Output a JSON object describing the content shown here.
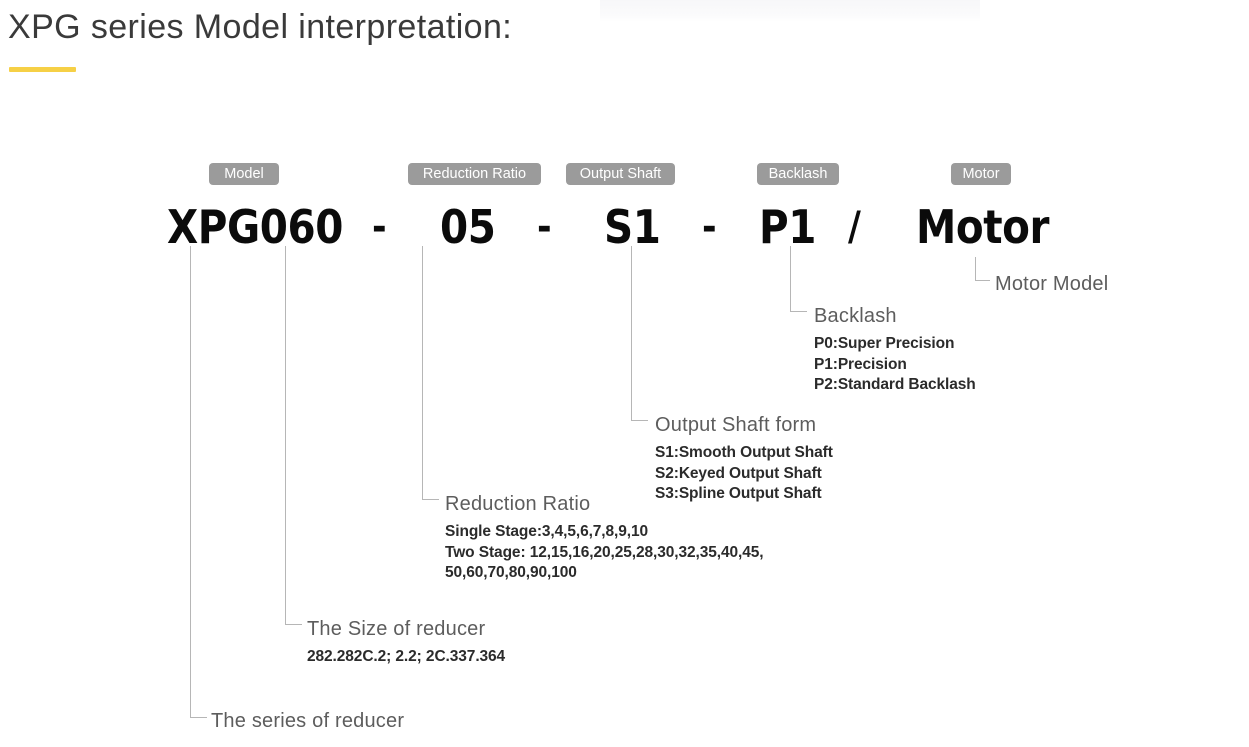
{
  "page": {
    "title": "XPG series Model interpretation:",
    "accent_color": "#f6d046",
    "badge_color": "#9b9b9b",
    "leader_line_color": "#b6b6b6"
  },
  "badges": [
    {
      "id": "model",
      "label": "Model"
    },
    {
      "id": "reduction-ratio",
      "label": "Reduction Ratio"
    },
    {
      "id": "output-shaft",
      "label": "Output Shaft"
    },
    {
      "id": "backlash",
      "label": "Backlash"
    },
    {
      "id": "motor",
      "label": "Motor"
    }
  ],
  "model_code": {
    "series": "XPG060",
    "dash1": "-",
    "ratio": "05",
    "dash2": "-",
    "shaft": "S1",
    "dash3": "-",
    "backlash": "P1",
    "slash": "/",
    "motor": "Motor",
    "full": "XPG060 - 05 - S1 - P1 / Motor"
  },
  "callouts": {
    "motor_model": {
      "heading": "Motor Model",
      "lines": []
    },
    "backlash": {
      "heading": "Backlash",
      "lines": [
        "P0:Super Precision",
        "P1:Precision",
        "P2:Standard Backlash"
      ]
    },
    "output_shaft": {
      "heading": "Output Shaft form",
      "lines": [
        "S1:Smooth Output Shaft",
        "S2:Keyed Output Shaft",
        "S3:Spline Output Shaft"
      ]
    },
    "reduction_ratio": {
      "heading": "Reduction Ratio",
      "lines": [
        "Single Stage:3,4,5,6,7,8,9,10",
        "Two Stage: 12,15,16,20,25,28,30,32,35,40,45,",
        "50,60,70,80,90,100"
      ]
    },
    "size": {
      "heading": "The Size of reducer",
      "lines": [
        "282.282C.2; 2.2; 2C.337.364"
      ]
    },
    "series": {
      "heading": "The series of reducer",
      "lines": []
    }
  }
}
